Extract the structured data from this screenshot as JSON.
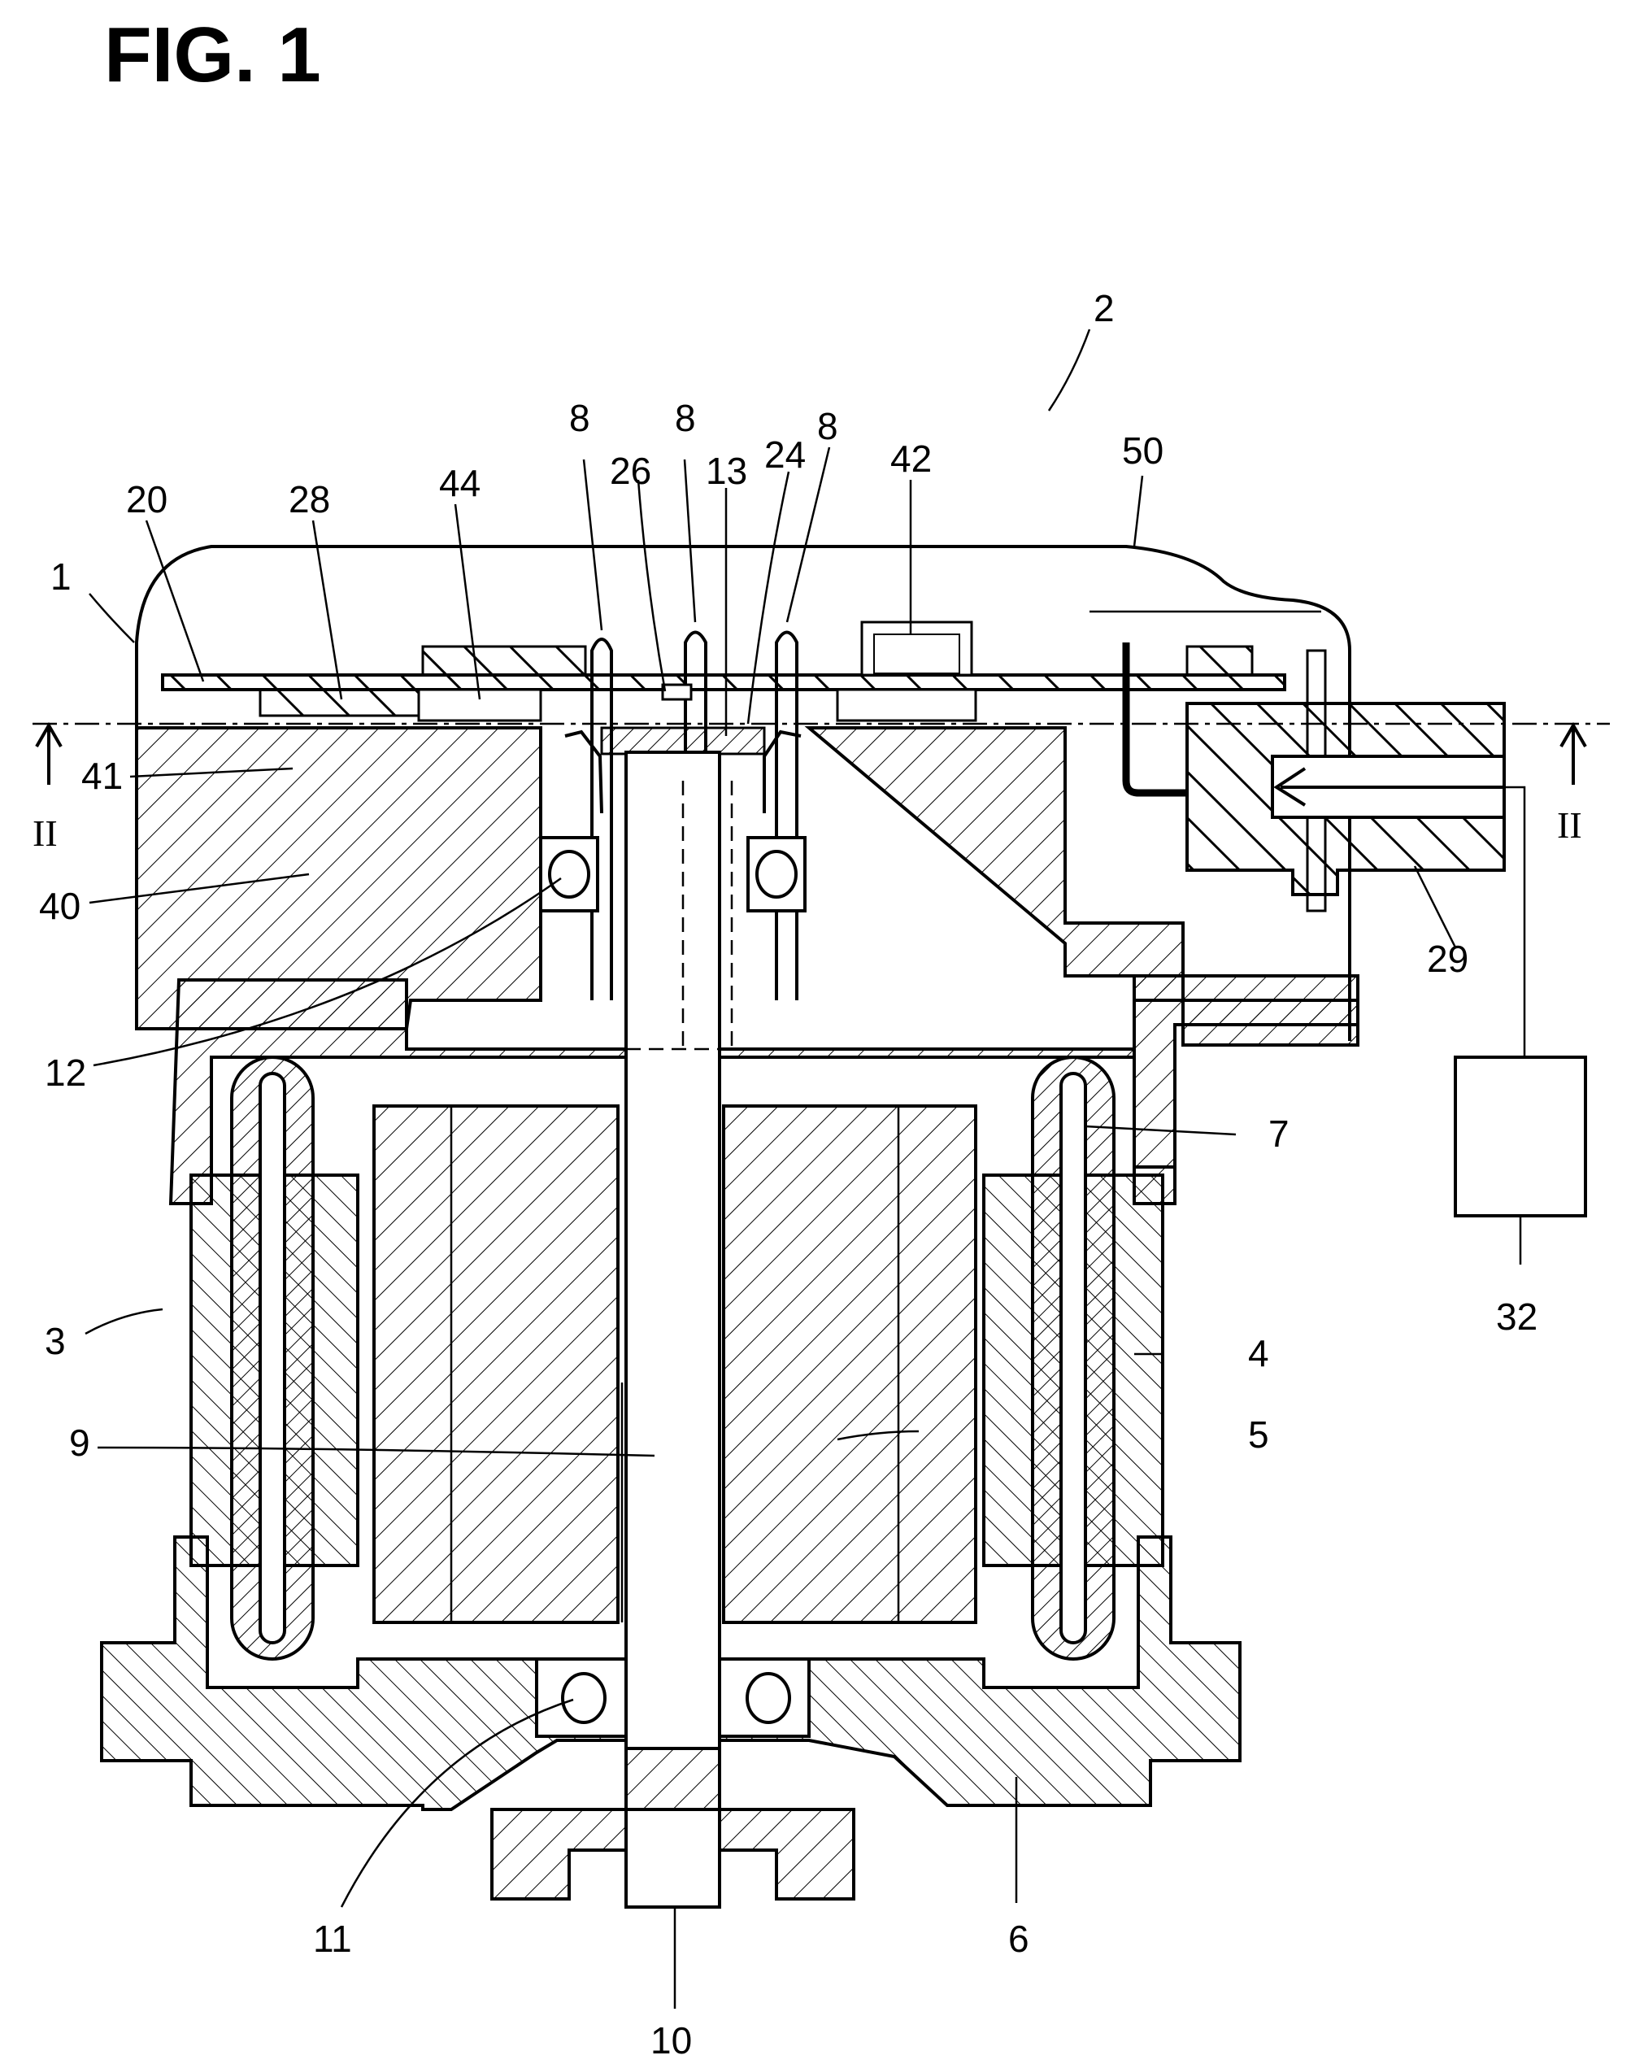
{
  "figure": {
    "title": "FIG. 1",
    "refs": {
      "r1": "1",
      "r2": "2",
      "r3": "3",
      "r4": "4",
      "r5": "5",
      "r6": "6",
      "r7": "7",
      "r8a": "8",
      "r8b": "8",
      "r8c": "8",
      "r9": "9",
      "r10": "10",
      "r11": "11",
      "r12": "12",
      "r13": "13",
      "r20": "20",
      "r24": "24",
      "r26": "26",
      "r28": "28",
      "r29": "29",
      "r32": "32",
      "r40": "40",
      "r41": "41",
      "r42": "42",
      "r44": "44",
      "r50": "50"
    },
    "section_left": "II",
    "section_right": "II"
  }
}
